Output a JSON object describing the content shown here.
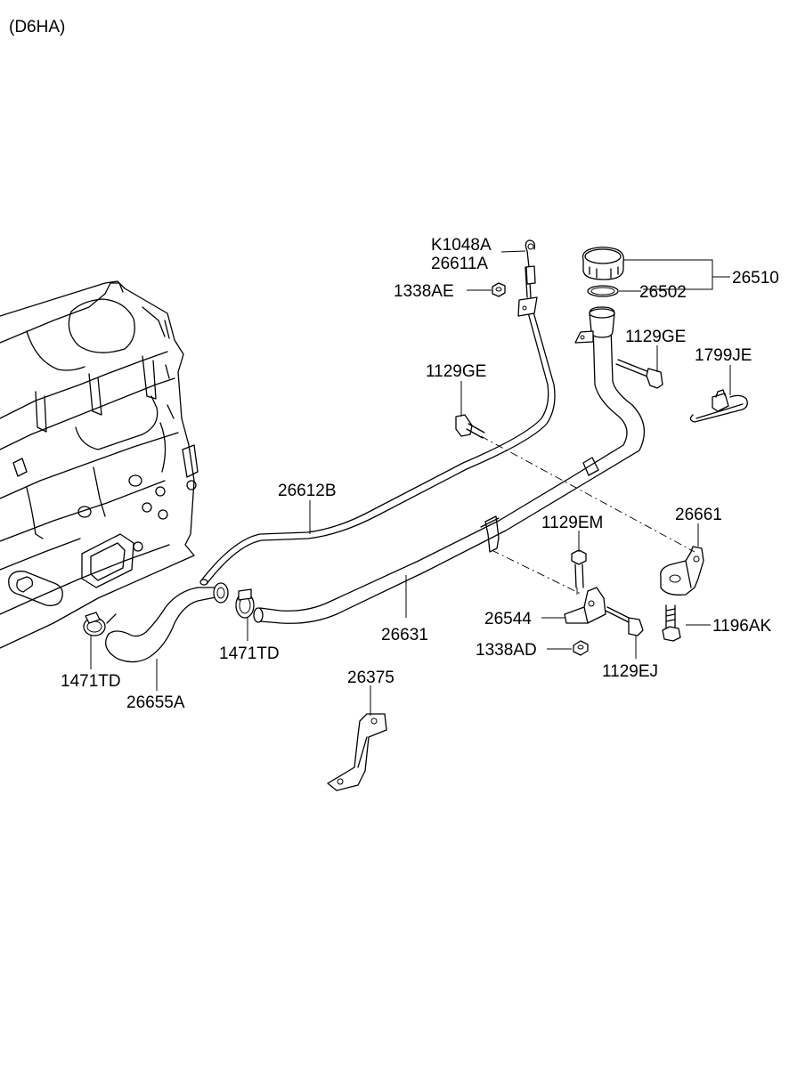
{
  "model_code": "(D6HA)",
  "labels": {
    "k1048a": "K1048A",
    "p26611a": "26611A",
    "p1338ae": "1338AE",
    "p26510": "26510",
    "p26502": "26502",
    "p1129ge_upper": "1129GE",
    "p1799je": "1799JE",
    "p1129ge_left": "1129GE",
    "p26612b": "26612B",
    "p26661": "26661",
    "p1129em": "1129EM",
    "p26544": "26544",
    "p1196ak": "1196AK",
    "p26631": "26631",
    "p1338ad": "1338AD",
    "p1129ej": "1129EJ",
    "p1471td_right": "1471TD",
    "p1471td_left": "1471TD",
    "p26655a": "26655A",
    "p26375": "26375"
  }
}
